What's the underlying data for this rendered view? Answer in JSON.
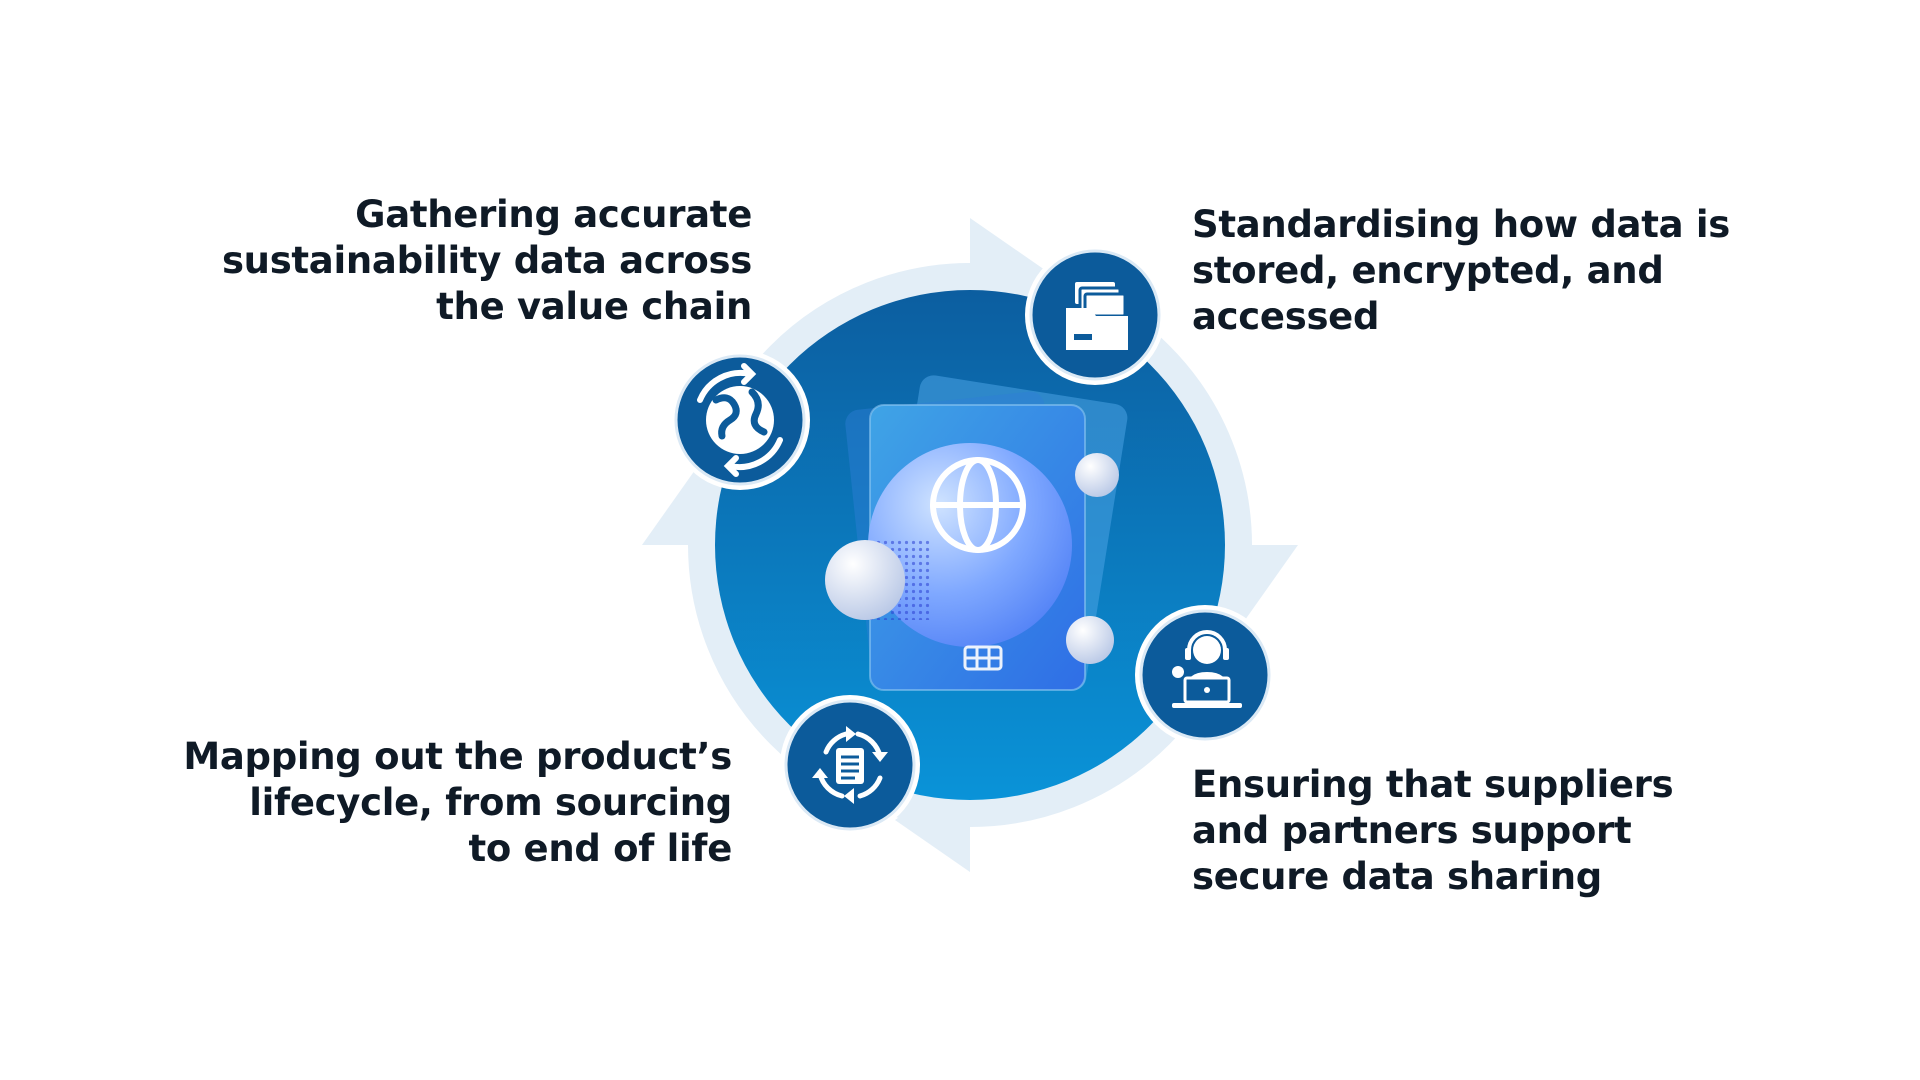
{
  "steps": [
    {
      "id": "gather",
      "lines": [
        "Gathering accurate",
        "sustainability data across",
        "the value chain"
      ],
      "icon": "globe-arrows-icon"
    },
    {
      "id": "standardise",
      "lines": [
        "Standardising how data is",
        "stored, encrypted, and",
        "accessed"
      ],
      "icon": "folder-files-icon"
    },
    {
      "id": "suppliers",
      "lines": [
        "Ensuring that suppliers",
        "and partners support",
        "secure data sharing"
      ],
      "icon": "support-agent-laptop-icon"
    },
    {
      "id": "lifecycle",
      "lines": [
        "Mapping out the product’s",
        "lifecycle, from sourcing",
        "to end of life"
      ],
      "icon": "document-cycle-icon"
    }
  ],
  "center": {
    "icon": "passport-globe-icon"
  },
  "colors": {
    "ring": "#e3eef7",
    "disk_dark": "#0c5ea0",
    "disk_light": "#0a90d6",
    "icon_circle": "#0c5b9b",
    "icon_stroke": "#ffffff",
    "text": "#0f1a26"
  }
}
